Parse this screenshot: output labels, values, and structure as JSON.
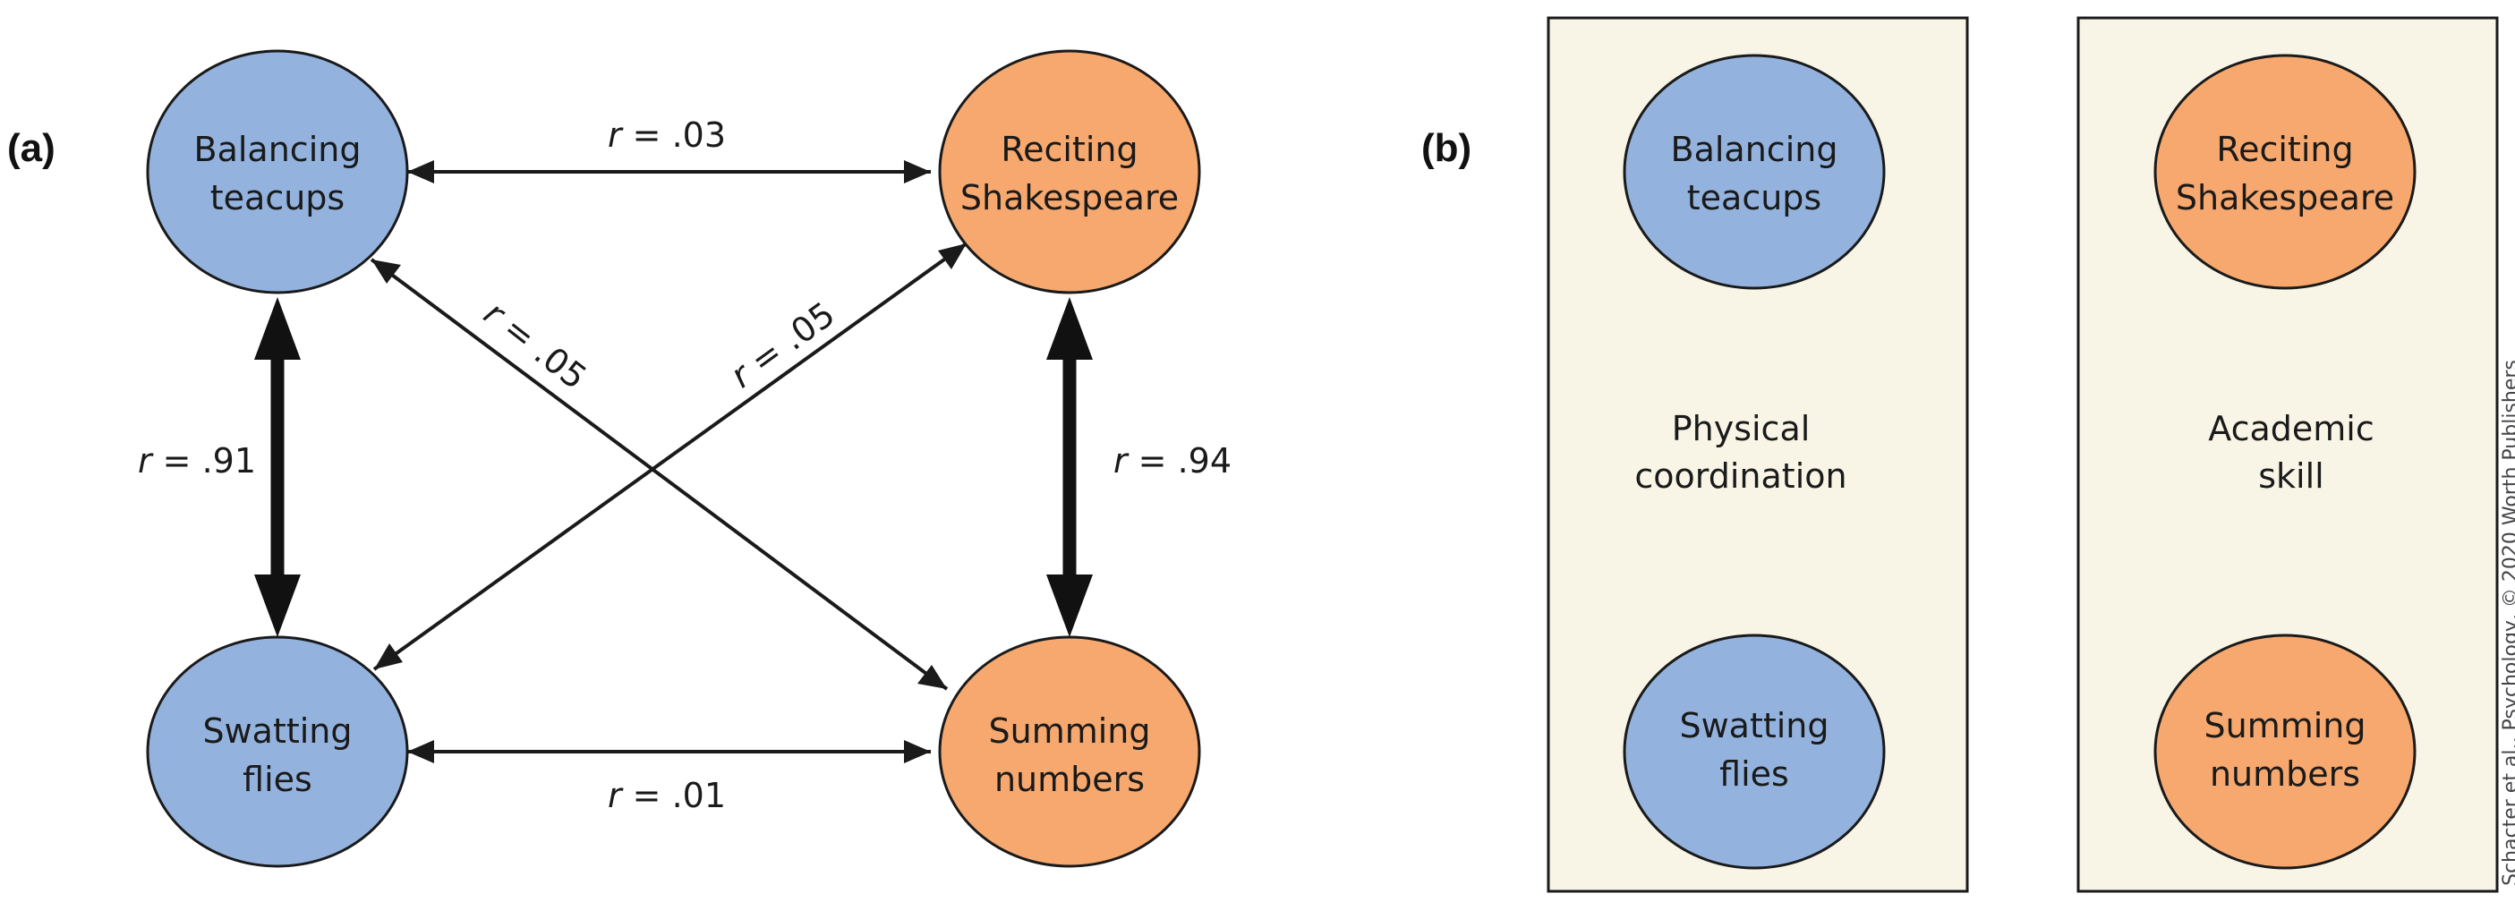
{
  "panel_a": {
    "label": "(a)",
    "nodes": {
      "balancing": {
        "lines": [
          "Balancing",
          "teacups"
        ],
        "color": "#93B3DE"
      },
      "reciting": {
        "lines": [
          "Reciting",
          "Shakespeare"
        ],
        "color": "#F6A86E"
      },
      "swatting": {
        "lines": [
          "Swatting",
          "flies"
        ],
        "color": "#93B3DE"
      },
      "summing": {
        "lines": [
          "Summing",
          "numbers"
        ],
        "color": "#F6A86E"
      }
    },
    "correlations": {
      "balancing_reciting": {
        "r": "r",
        "value": " = .03"
      },
      "swatting_summing": {
        "r": "r",
        "value": " = .01"
      },
      "balancing_swatting": {
        "r": "r",
        "value": " = .91"
      },
      "reciting_summing": {
        "r": "r",
        "value": " = .94"
      },
      "balancing_summing": {
        "r": "r",
        "value": " = .05"
      },
      "reciting_swatting": {
        "r": "r",
        "value": " = .05"
      }
    }
  },
  "panel_b": {
    "label": "(b)",
    "box_color": "#F8F5E6",
    "boxes": {
      "physical": {
        "title_lines": [
          "Physical",
          "coordination"
        ],
        "top": {
          "lines": [
            "Balancing",
            "teacups"
          ],
          "color": "#93B3DE"
        },
        "bottom": {
          "lines": [
            "Swatting",
            "flies"
          ],
          "color": "#93B3DE"
        }
      },
      "academic": {
        "title_lines": [
          "Academic",
          "skill"
        ],
        "top": {
          "lines": [
            "Reciting",
            "Shakespeare"
          ],
          "color": "#F6A86E"
        },
        "bottom": {
          "lines": [
            "Summing",
            "numbers"
          ],
          "color": "#F6A86E"
        }
      }
    }
  },
  "credit": "Schacter et al., Psychology, © 2020 Worth Publishers"
}
